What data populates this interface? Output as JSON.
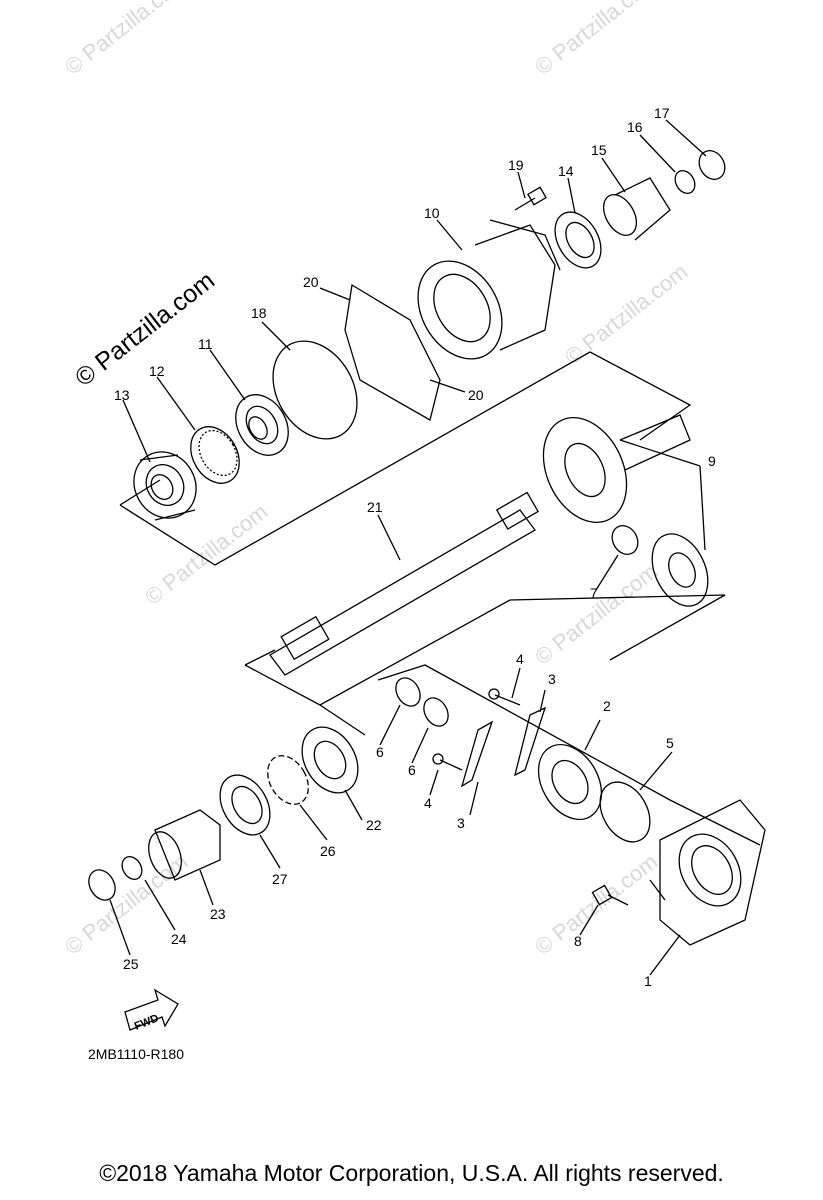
{
  "watermark": "© Partzilla.com",
  "parts": [
    {
      "n": "1"
    },
    {
      "n": "2"
    },
    {
      "n": "3"
    },
    {
      "n": "3"
    },
    {
      "n": "4"
    },
    {
      "n": "4"
    },
    {
      "n": "5"
    },
    {
      "n": "6"
    },
    {
      "n": "6"
    },
    {
      "n": "7"
    },
    {
      "n": "8"
    },
    {
      "n": "9"
    },
    {
      "n": "10"
    },
    {
      "n": "11"
    },
    {
      "n": "12"
    },
    {
      "n": "13"
    },
    {
      "n": "14"
    },
    {
      "n": "15"
    },
    {
      "n": "16"
    },
    {
      "n": "17"
    },
    {
      "n": "18"
    },
    {
      "n": "19"
    },
    {
      "n": "20"
    },
    {
      "n": "20"
    },
    {
      "n": "21"
    },
    {
      "n": "22"
    },
    {
      "n": "23"
    },
    {
      "n": "24"
    },
    {
      "n": "25"
    },
    {
      "n": "26"
    },
    {
      "n": "27"
    }
  ],
  "fwd_label": "FWD",
  "diagram_code": "2MB1110-R180",
  "copyright": "©2018  Yamaha Motor Corporation, U.S.A. All rights reserved."
}
